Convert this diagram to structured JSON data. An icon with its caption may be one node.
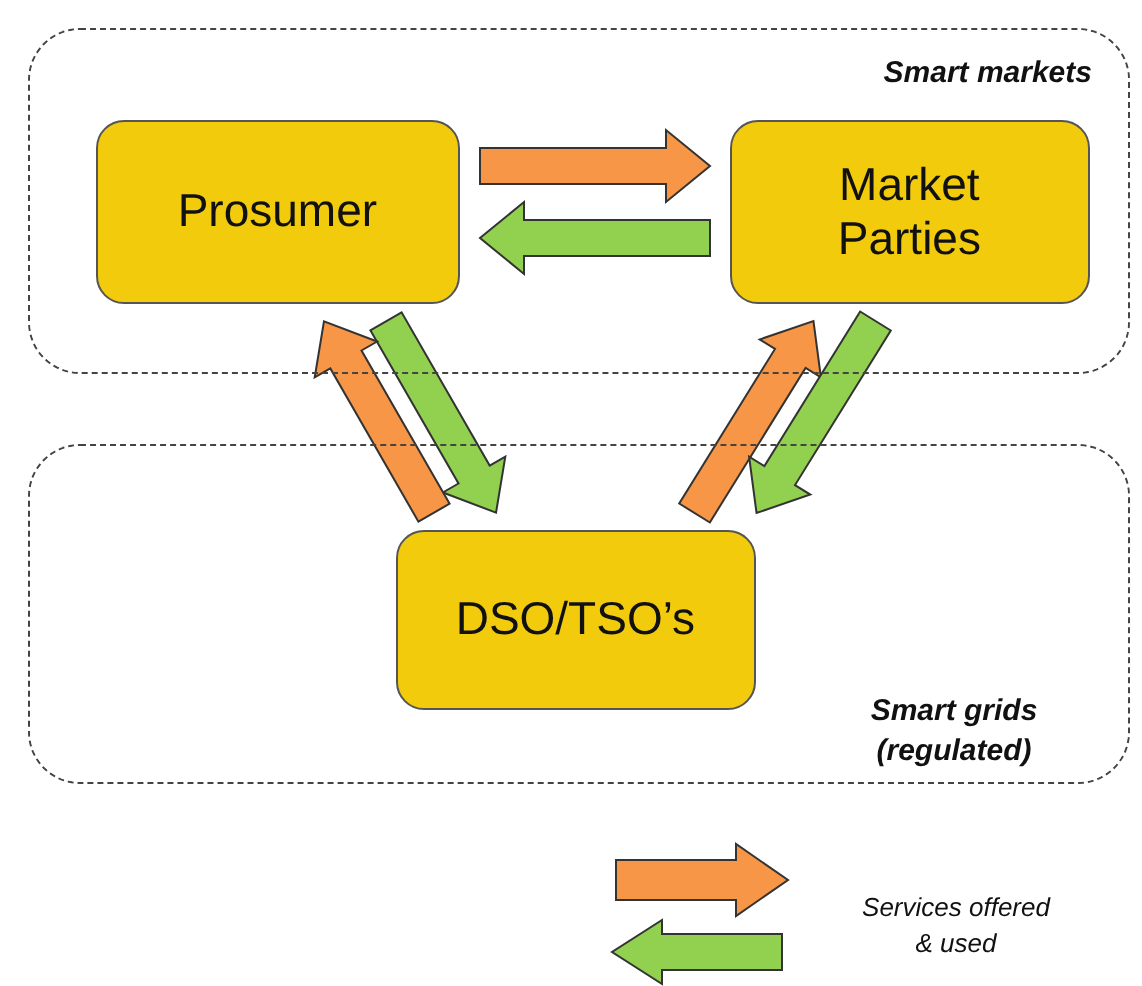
{
  "diagram": {
    "nodes": [
      {
        "text": [
          "Smart markets"
        ]
      },
      {
        "text": [
          "Prosumer"
        ],
        "in": 0
      },
      {
        "text": [
          "Market Parties"
        ],
        "in": 0
      },
      {
        "text": [
          "Smart grids (regulated)"
        ]
      },
      {
        "text": [
          "DSO/TSO’s"
        ],
        "in": 3
      }
    ],
    "edges": [
      {
        "from": 1,
        "to": 2,
        "arrow": "to",
        "color": "#f79646"
      },
      {
        "from": 2,
        "to": 1,
        "arrow": "to",
        "color": "#92d050"
      },
      {
        "from": 1,
        "to": 4,
        "arrow": "to",
        "color": "#92d050"
      },
      {
        "from": 4,
        "to": 1,
        "arrow": "to",
        "color": "#f79646"
      },
      {
        "from": 4,
        "to": 2,
        "arrow": "to",
        "color": "#f79646"
      },
      {
        "from": 2,
        "to": 4,
        "arrow": "to",
        "color": "#92d050"
      }
    ],
    "legend": [
      {
        "text": "Services offered & used"
      }
    ]
  }
}
